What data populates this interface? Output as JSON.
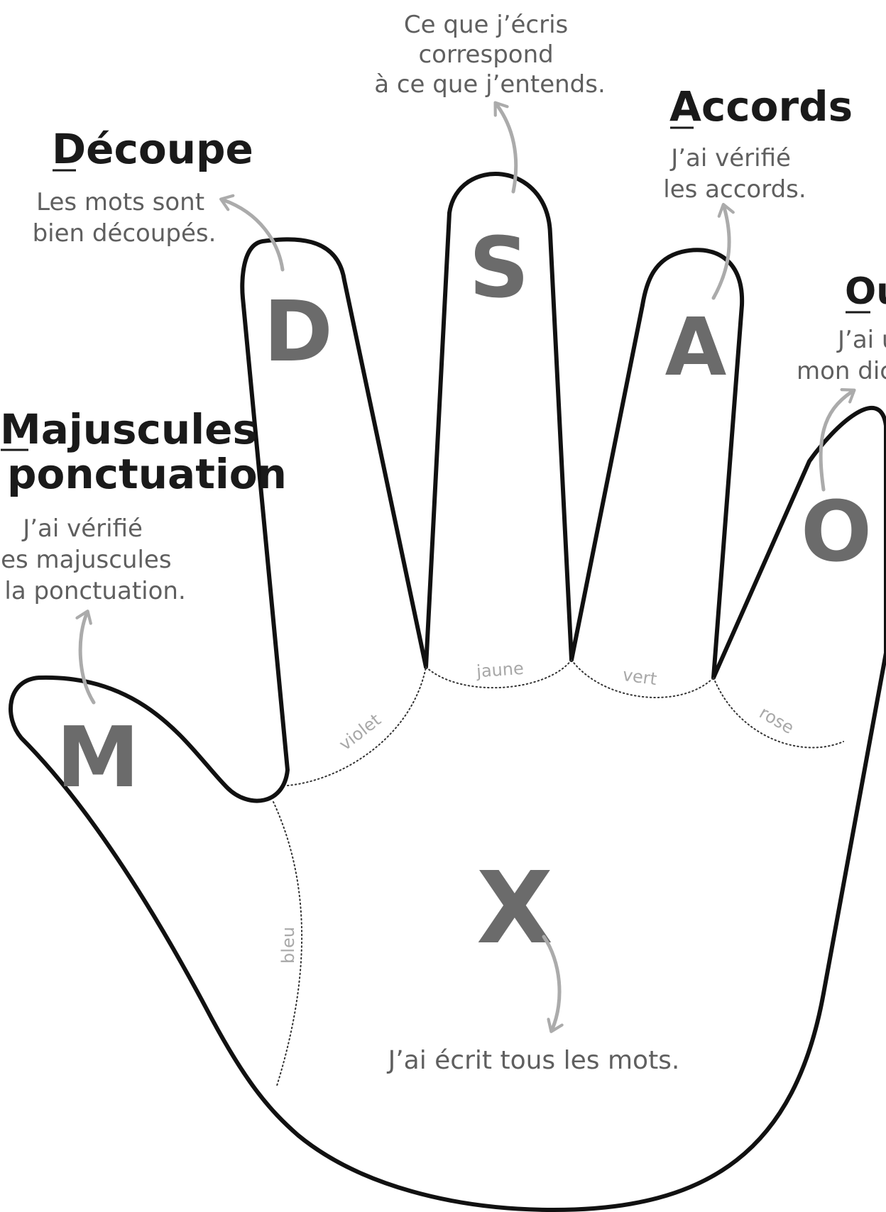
{
  "sections": {
    "decoupe": {
      "letter": "D",
      "heading_initial": "D",
      "heading_rest": "écoupe",
      "lines": [
        "Les mots sont",
        "bien découpés."
      ]
    },
    "sens": {
      "letter": "S",
      "lines": [
        "Ce que j’écris",
        "correspond",
        "à ce que j’entends."
      ]
    },
    "accords": {
      "letter": "A",
      "heading_initial": "A",
      "heading_rest": "ccords",
      "lines": [
        "J’ai vérifié",
        "les accords."
      ]
    },
    "orthographe": {
      "letter": "O",
      "heading_initial": "O",
      "heading_rest": "u",
      "lines": [
        "J’ai u",
        "mon dict"
      ]
    },
    "majuscules": {
      "letter": "M",
      "heading_line1_initial": "M",
      "heading_line1_rest": "ajuscules",
      "heading_line2": "ponctuation",
      "lines": [
        "J’ai vérifié",
        "les majuscules",
        "t la ponctuation."
      ]
    },
    "mots": {
      "letter": "X",
      "lines": [
        "J’ai écrit tous les mots."
      ]
    }
  },
  "color_labels": {
    "jaune": "jaune",
    "vert": "vert",
    "violet": "violet",
    "rose": "rose",
    "bleu": "bleu"
  },
  "colors": {
    "outline": "#111111",
    "letter": "#6b6b6b",
    "arrow": "#ababab",
    "description": "#5f5f5f",
    "heading": "#1a1a1a"
  }
}
